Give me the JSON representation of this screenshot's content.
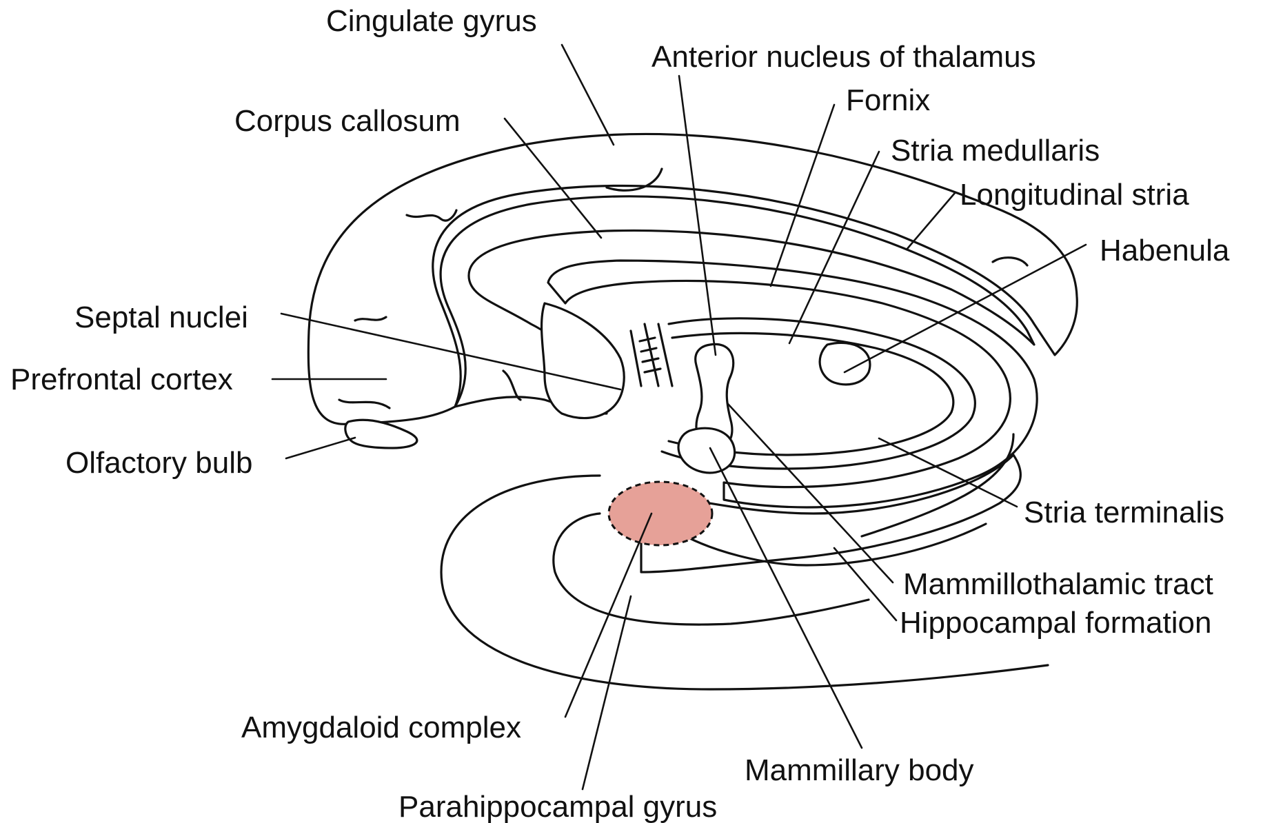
{
  "colors": {
    "cortex_fill": "#efcdc4",
    "amygdala_fill": "#e6a198",
    "line": "#111111",
    "background": "#ffffff"
  },
  "labels": {
    "cingulate_gyrus": "Cingulate gyrus",
    "anterior_nucleus_of_thalamus": "Anterior nucleus of thalamus",
    "fornix": "Fornix",
    "corpus_callosum": "Corpus callosum",
    "stria_medullaris": "Stria medullaris",
    "longitudinal_stria": "Longitudinal stria",
    "habenula": "Habenula",
    "septal_nuclei": "Septal nuclei",
    "prefrontal_cortex": "Prefrontal cortex",
    "olfactory_bulb": "Olfactory bulb",
    "stria_terminalis": "Stria terminalis",
    "mammillothalamic_tract": "Mammillothalamic tract",
    "hippocampal_formation": "Hippocampal formation",
    "amygdaloid_complex": "Amygdaloid complex",
    "mammillary_body": "Mammillary body",
    "parahippocampal_gyrus": "Parahippocampal gyrus"
  }
}
